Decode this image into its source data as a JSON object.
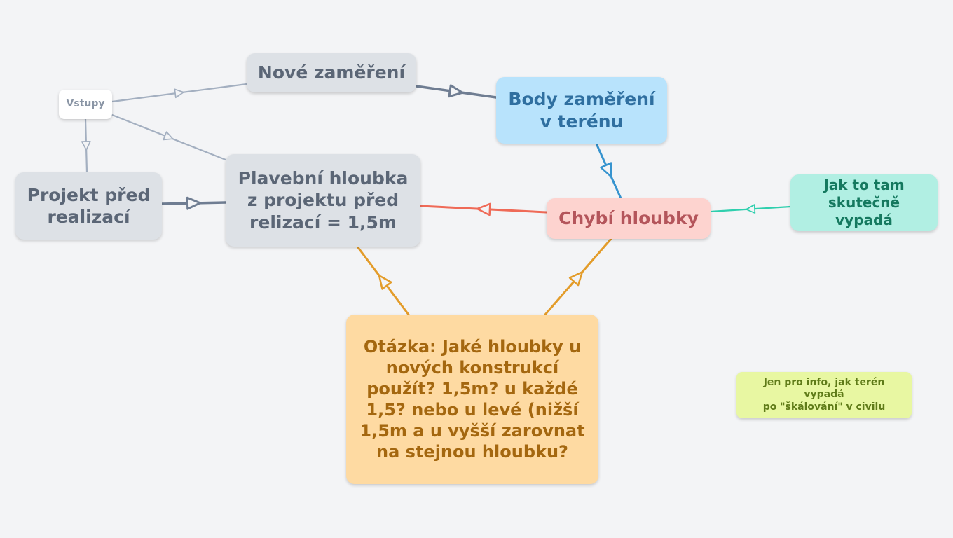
{
  "nodes": {
    "vstupy": "Vstupy",
    "nove_zamereni": "Nové zaměření",
    "body_zamereni": [
      "Body zaměření",
      "v terénu"
    ],
    "projekt": [
      "Projekt před",
      "realizací"
    ],
    "plavebni": [
      "Plavební hloubka",
      "z projektu před",
      "relizací = 1,5m"
    ],
    "chybi": "Chybí hloubky",
    "jak_to_tam": [
      "Jak to tam",
      "skutečně vypadá"
    ],
    "otazka": [
      "Otázka: Jaké hloubky u",
      "nových konstrukcí",
      "použít? 1,5m? u každé",
      "1,5? nebo u levé (nižší",
      "1,5m a u vyšší zarovnat",
      "na stejnou hloubku?"
    ],
    "info": [
      "Jen pro info, jak terén vypadá",
      "po \"škálování\" v civilu"
    ]
  },
  "edges": [
    {
      "from": "vstupy",
      "to": "nove_zamereni",
      "color": "#a3afc0"
    },
    {
      "from": "vstupy",
      "to": "plavebni",
      "color": "#a3afc0"
    },
    {
      "from": "vstupy",
      "to": "projekt",
      "color": "#a3afc0"
    },
    {
      "from": "nove_zamereni",
      "to": "body_zamereni",
      "color": "#6f7d92"
    },
    {
      "from": "projekt",
      "to": "plavebni",
      "color": "#6f7d92"
    },
    {
      "from": "body_zamereni",
      "to": "chybi",
      "color": "#3794cf"
    },
    {
      "from": "chybi",
      "to": "plavebni",
      "color": "#ef6a57"
    },
    {
      "from": "jak_to_tam",
      "to": "chybi",
      "color": "#2fcfae"
    },
    {
      "from": "otazka",
      "to": "plavebni",
      "color": "#e39c2a"
    },
    {
      "from": "otazka",
      "to": "chybi",
      "color": "#e39c2a"
    }
  ]
}
